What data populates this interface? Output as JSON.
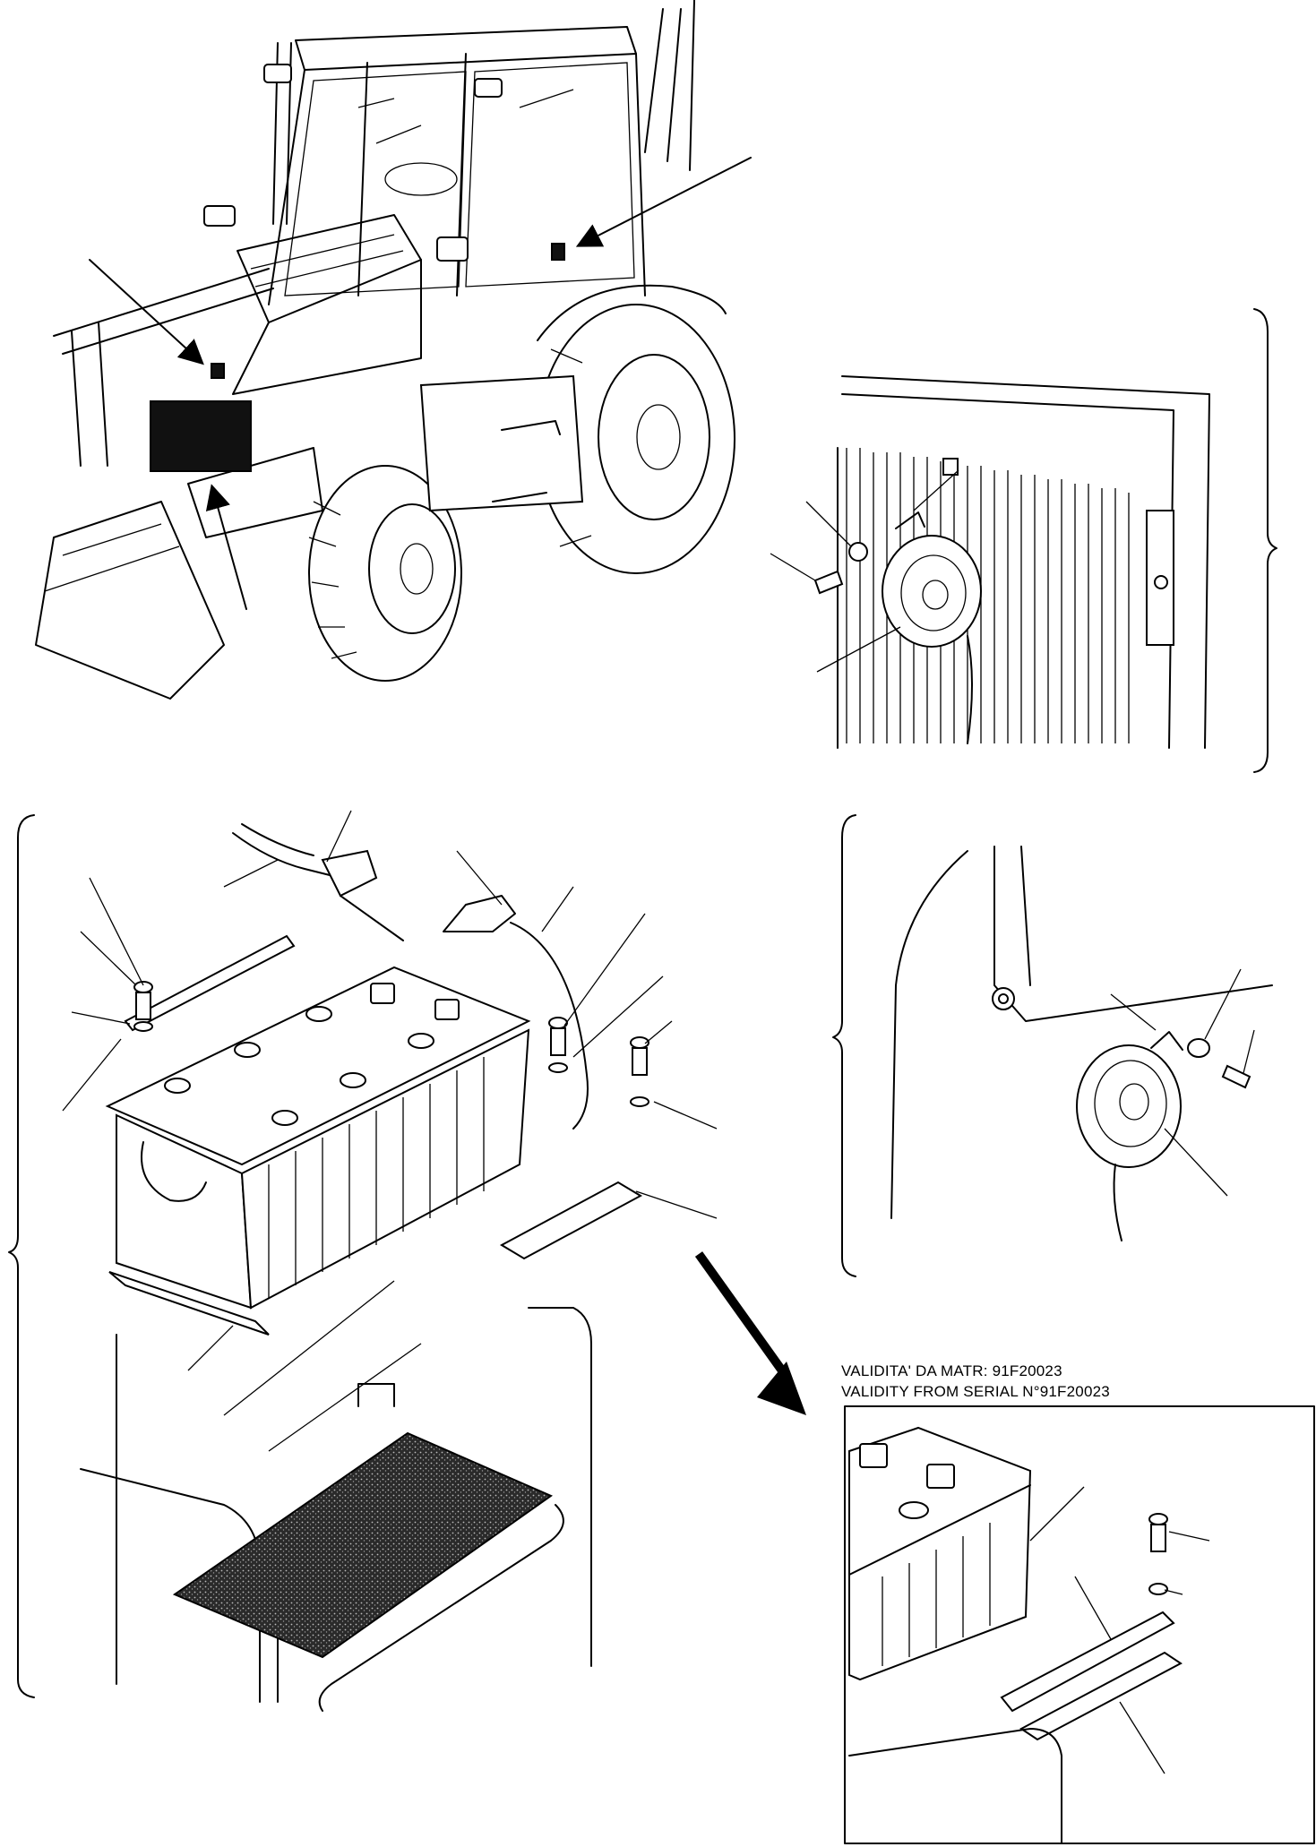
{
  "figure": {
    "validity_note_it": "VALIDITA' DA MATR: 91F20023",
    "validity_note_en": "VALIDITY FROM SERIAL N°91F20023"
  },
  "callouts": {
    "tractor_overview": [
      "arrow",
      "arrow",
      "arrow"
    ],
    "horn_upper": [
      "leader",
      "leader",
      "leader"
    ],
    "horn_lower": [
      "leader",
      "leader",
      "leader"
    ],
    "battery_main": [
      "leader",
      "leader",
      "leader",
      "leader",
      "leader",
      "leader",
      "leader",
      "leader",
      "leader",
      "leader",
      "leader",
      "leader",
      "leader",
      "leader"
    ],
    "battery_detail": [
      "leader",
      "leader",
      "leader",
      "leader"
    ]
  },
  "colors": {
    "ink": "#000000",
    "paper": "#ffffff",
    "mat_pattern": "#2a2a2a"
  }
}
